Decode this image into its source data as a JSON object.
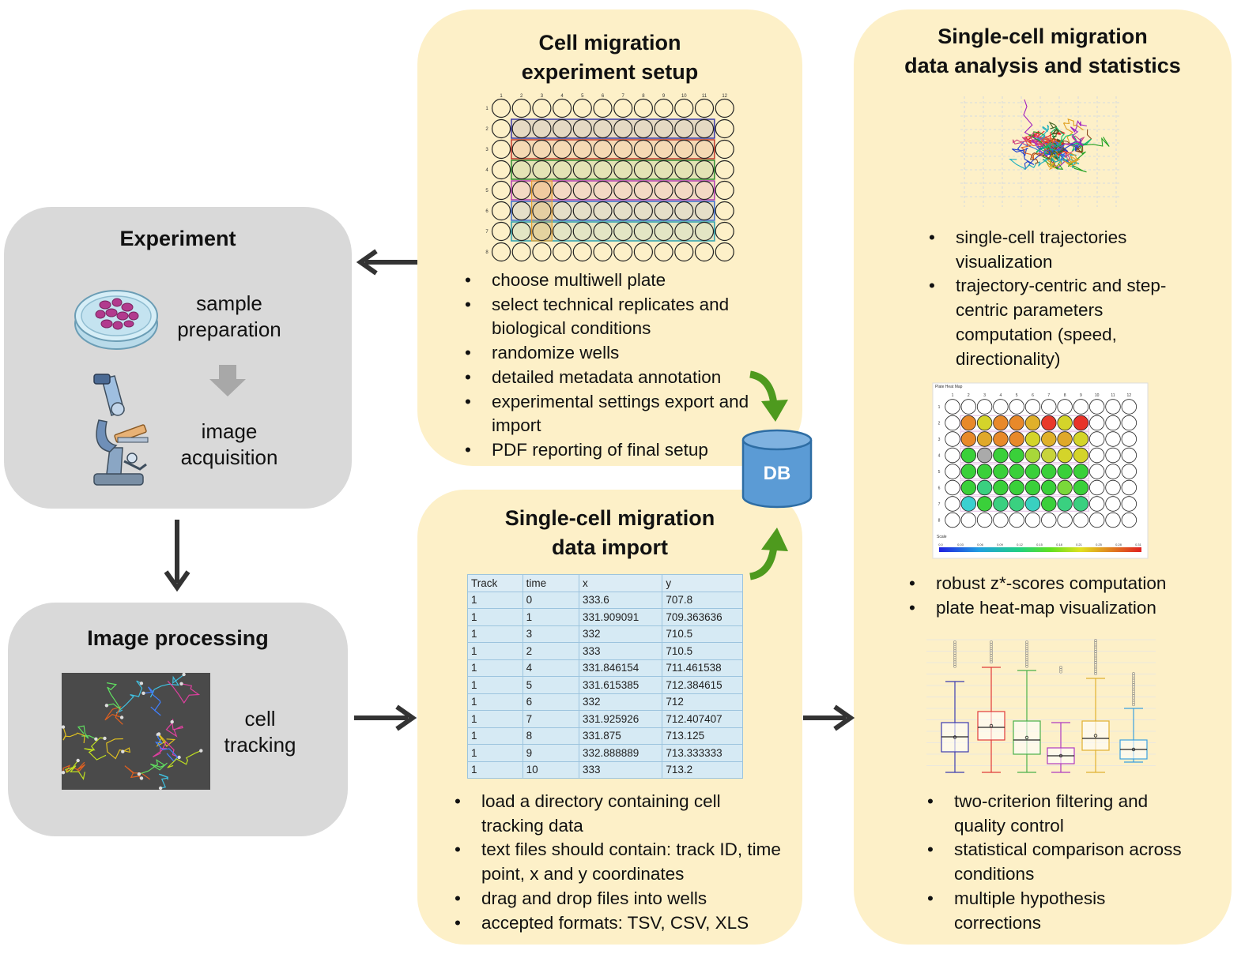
{
  "panels": {
    "experiment": {
      "title": "Experiment",
      "sample_preparation": "sample\npreparation",
      "image_acquisition": "image\nacquisition",
      "petri_icon": "petri-dish-icon",
      "microscope_icon": "microscope-icon"
    },
    "image_processing": {
      "title": "Image processing",
      "cell_tracking": "cell\ntracking",
      "tracking_image_icon": "cell-tracking-image"
    },
    "setup": {
      "title": "Cell migration\nexperiment setup",
      "plate": {
        "columns": [
          "1",
          "2",
          "3",
          "4",
          "5",
          "6",
          "7",
          "8",
          "9",
          "10",
          "11",
          "12"
        ],
        "rows": [
          "1",
          "2",
          "3",
          "4",
          "5",
          "6",
          "7",
          "8"
        ]
      },
      "bullets": [
        "choose multiwell plate",
        "select technical replicates and biological conditions",
        "randomize wells",
        "detailed metadata annotation",
        "experimental settings export and import",
        "PDF reporting of final setup"
      ]
    },
    "import": {
      "title": "Single-cell migration\ndata import",
      "table": {
        "headers": [
          "Track",
          "time",
          "x",
          "y"
        ],
        "rows": [
          [
            "1",
            "0",
            "333.6",
            "707.8"
          ],
          [
            "1",
            "1",
            "331.909091",
            "709.363636"
          ],
          [
            "1",
            "3",
            "332",
            "710.5"
          ],
          [
            "1",
            "2",
            "333",
            "710.5"
          ],
          [
            "1",
            "4",
            "331.846154",
            "711.461538"
          ],
          [
            "1",
            "5",
            "331.615385",
            "712.384615"
          ],
          [
            "1",
            "6",
            "332",
            "712"
          ],
          [
            "1",
            "7",
            "331.925926",
            "712.407407"
          ],
          [
            "1",
            "8",
            "331.875",
            "713.125"
          ],
          [
            "1",
            "9",
            "332.888889",
            "713.333333"
          ],
          [
            "1",
            "10",
            "333",
            "713.2"
          ]
        ]
      },
      "bullets": [
        "load a directory containing cell tracking data",
        "text files should contain: track ID, time point, x and y coordinates",
        "drag and drop files into wells",
        "accepted formats: TSV, CSV, XLS"
      ]
    },
    "analysis": {
      "title": "Single-cell migration\ndata analysis and statistics",
      "bullets_1": [
        "single-cell trajectories visualization",
        "trajectory-centric and step-centric parameters computation (speed, directionality)"
      ],
      "heatmap": {
        "title": "Plate Heat Map",
        "scale_label": "Scale",
        "scale_ticks": [
          "0.0",
          "0.03",
          "0.06",
          "0.09",
          "0.12",
          "0.15",
          "0.18",
          "0.21",
          "0.25",
          "0.28",
          "0.31"
        ],
        "columns": [
          "1",
          "2",
          "3",
          "4",
          "5",
          "6",
          "7",
          "8",
          "9",
          "10",
          "11",
          "12"
        ],
        "rows": [
          "1",
          "2",
          "3",
          "4",
          "5",
          "6",
          "7",
          "8"
        ]
      },
      "bullets_2": [
        "robust z*-scores computation",
        "plate heat-map visualization"
      ],
      "bullets_3": [
        "two-criterion filtering and quality control",
        "statistical comparison across conditions",
        "multiple hypothesis corrections"
      ]
    }
  },
  "db_label": "DB",
  "colors": {
    "gray_panel": "#d9d9d9",
    "cream_panel": "#fdf0c8",
    "arrow": "#333333",
    "green_arrow": "#4e9a1e",
    "db_fill": "#5b9bd5",
    "db_stroke": "#2e6da4"
  }
}
